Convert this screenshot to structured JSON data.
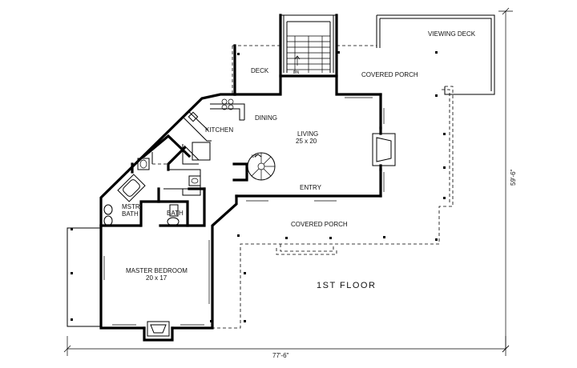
{
  "floor_title": "1ST FLOOR",
  "rooms": {
    "viewing_deck": "VIEWING DECK",
    "deck": "DECK",
    "covered_porch_top": "COVERED PORCH",
    "kitchen": "KITCHEN",
    "dining": "DINING",
    "living": "LIVING",
    "living_size": "25 x 20",
    "entry": "ENTRY",
    "mstr_bath_1": "MSTR",
    "mstr_bath_2": "BATH",
    "bath": "BATH",
    "covered_porch_bottom": "COVERED PORCH",
    "master_bedroom": "MASTER BEDROOM",
    "master_bedroom_size": "20 x 17"
  },
  "stair_labels": {
    "dn": "DN",
    "up": "UP"
  },
  "dimensions": {
    "width": "77'-6\"",
    "depth": "59'-6\""
  }
}
